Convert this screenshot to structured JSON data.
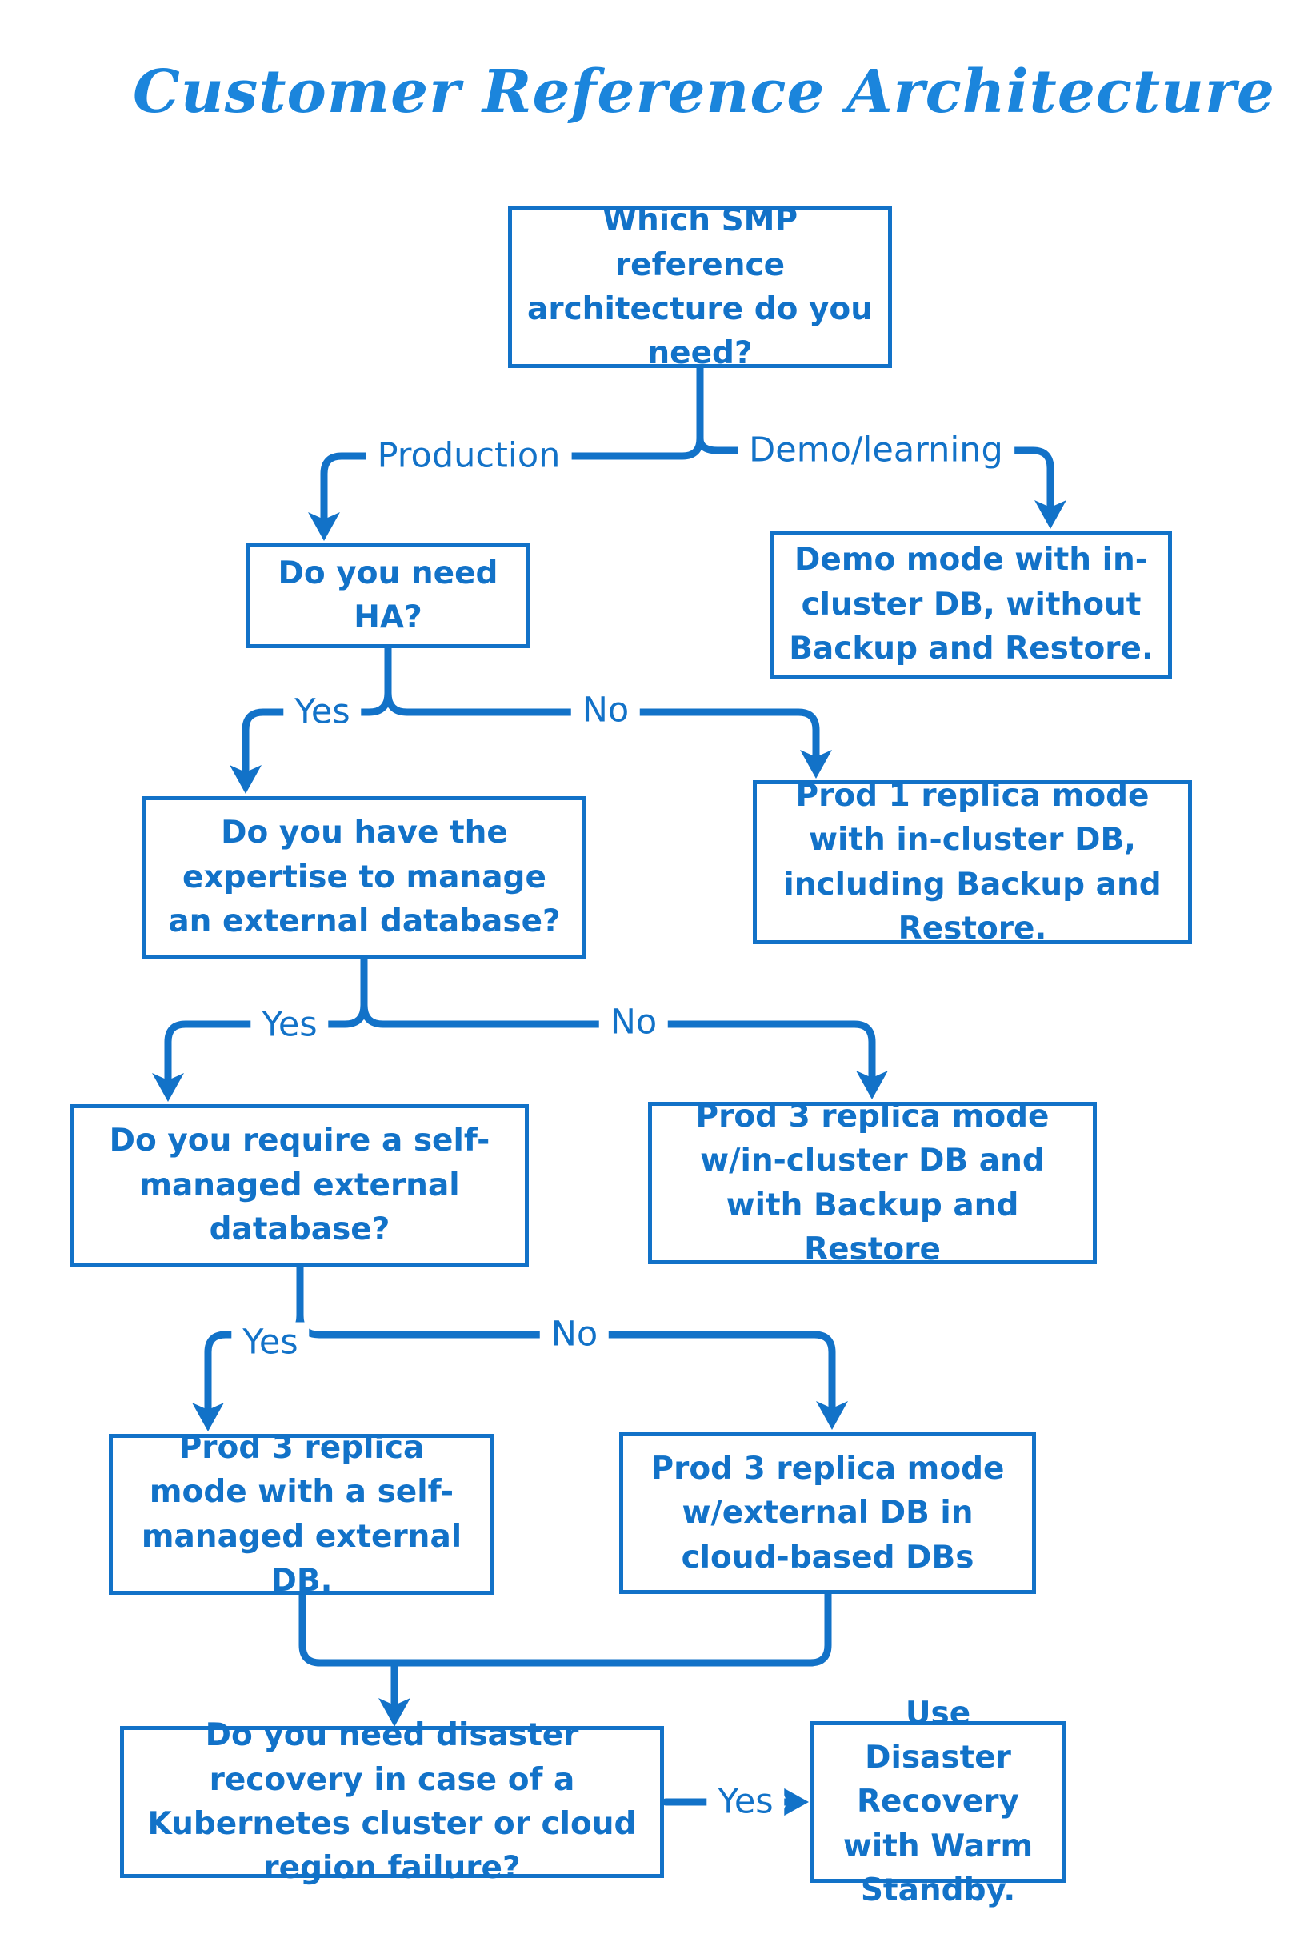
{
  "title": "Customer Reference Architecture",
  "colors": {
    "accent": "#1272c8",
    "title_blue": "#1b85dc",
    "background": "#ffffff"
  },
  "diagram_type": "decision-flowchart",
  "nodes": {
    "q1": {
      "text": "Which SMP reference architecture do you need?",
      "kind": "question"
    },
    "a1": {
      "text": "Demo mode with in-cluster DB, without Backup and Restore.",
      "kind": "outcome"
    },
    "q2": {
      "text": "Do you need HA?",
      "kind": "question"
    },
    "a2": {
      "text": "Prod 1 replica mode with in-cluster DB, including Backup and Restore.",
      "kind": "outcome"
    },
    "q3": {
      "text": "Do you have the expertise to manage an external database?",
      "kind": "question"
    },
    "q4": {
      "text": "Do you require a self-managed external database?",
      "kind": "question"
    },
    "a3": {
      "text": "Prod 3 replica mode w/in-cluster DB and with Backup and Restore",
      "kind": "outcome"
    },
    "a4": {
      "text": "Prod 3 replica mode with a self-managed external DB.",
      "kind": "outcome"
    },
    "a5": {
      "text": "Prod 3 replica mode w/external DB in cloud-based DBs",
      "kind": "outcome"
    },
    "q5": {
      "text": "Do you need disaster recovery in case of a Kubernetes cluster or cloud region failure?",
      "kind": "question"
    },
    "a6": {
      "text": "Use Disaster Recovery with Warm Standby.",
      "kind": "outcome"
    }
  },
  "edges": [
    {
      "from": "q1",
      "to": "q2",
      "label": "Production"
    },
    {
      "from": "q1",
      "to": "a1",
      "label": "Demo/learning"
    },
    {
      "from": "q2",
      "to": "q3",
      "label": "Yes"
    },
    {
      "from": "q2",
      "to": "a2",
      "label": "No"
    },
    {
      "from": "q3",
      "to": "q4",
      "label": "Yes"
    },
    {
      "from": "q3",
      "to": "a3",
      "label": "No"
    },
    {
      "from": "q4",
      "to": "a4",
      "label": "Yes"
    },
    {
      "from": "q4",
      "to": "a5",
      "label": "No"
    },
    {
      "from": "a4",
      "to": "q5",
      "label": ""
    },
    {
      "from": "a5",
      "to": "q5",
      "label": ""
    },
    {
      "from": "q5",
      "to": "a6",
      "label": "Yes"
    }
  ]
}
